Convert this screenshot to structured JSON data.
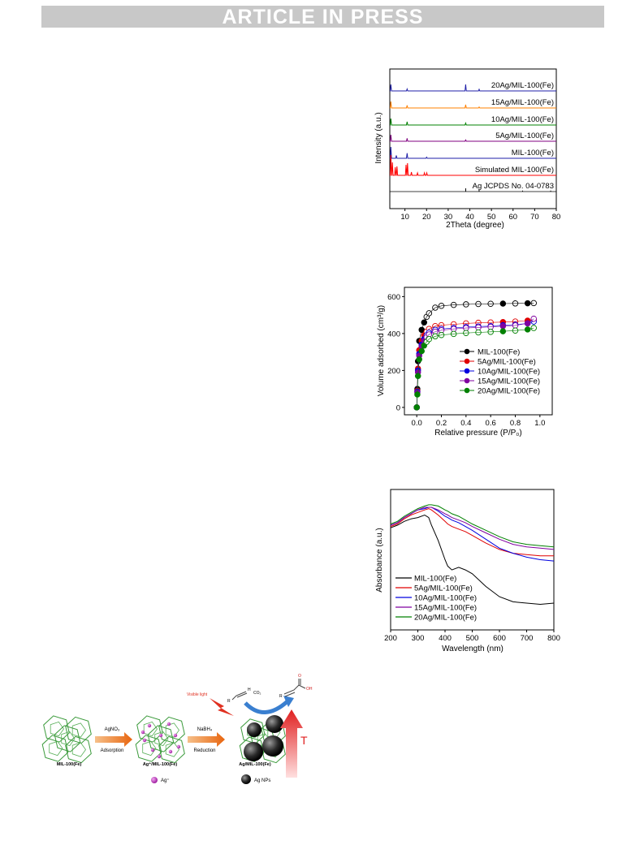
{
  "header": {
    "banner": "ARTICLE IN PRESS"
  },
  "figures": {
    "xrd": {
      "ylabel": "Intensity (a.u.)",
      "xlabel": "2Theta (degree)",
      "xticks": [
        "10",
        "20",
        "30",
        "40",
        "50",
        "60",
        "70",
        "80"
      ],
      "labels": [
        "20Ag/MIL-100(Fe)",
        "15Ag/MIL-100(Fe)",
        "10Ag/MIL-100(Fe)",
        "5Ag/MIL-100(Fe)",
        "MIL-100(Fe)",
        "Simulated MIL-100(Fe)",
        "Ag JCPDS No. 04-0783"
      ]
    },
    "bet": {
      "ylabel": "Volume adsorbed (cm³/g)",
      "xlabel": "Relative pressure (P/P₀)",
      "xticks": [
        "0.0",
        "0.2",
        "0.4",
        "0.6",
        "0.8",
        "1.0"
      ],
      "yticks": [
        "0",
        "200",
        "400",
        "600"
      ],
      "legend": [
        "MIL-100(Fe)",
        "5Ag/MIL-100(Fe)",
        "10Ag/MIL-100(Fe)",
        "15Ag/MIL-100(Fe)",
        "20Ag/MIL-100(Fe)"
      ]
    },
    "uv": {
      "ylabel": "Absorbance (a.u.)",
      "xlabel": "Wavelength (nm)",
      "xticks": [
        "200",
        "300",
        "400",
        "500",
        "600",
        "700",
        "800"
      ],
      "legend": [
        "MIL-100(Fe)",
        "5Ag/MIL-100(Fe)",
        "10Ag/MIL-100(Fe)",
        "15Ag/MIL-100(Fe)",
        "20Ag/MIL-100(Fe)"
      ]
    },
    "scheme": {
      "step1_top": "AgNO₃",
      "step1_bottom": "Adsorption",
      "step2_top": "NaBH₄",
      "step2_bottom": "Reduction",
      "label1": "MIL-100(Fe)",
      "label2": "Ag⁺/MIL-100(Fe)",
      "label3": "Ag/MIL-100(Fe)",
      "legend_ag_ion": "Ag⁺",
      "legend_ag_np": "Ag NPs",
      "visible_light": "Visible light",
      "co2": "CO₂",
      "temp": "T",
      "r1": "R",
      "h": "H",
      "r2": "R",
      "o": "O",
      "oh": "OH"
    }
  },
  "chart_data": [
    {
      "type": "line",
      "xlabel": "2Theta (degree)",
      "ylabel": "Intensity (a.u.)",
      "xlim": [
        3,
        80
      ],
      "series": [
        {
          "name": "20Ag/MIL-100(Fe)",
          "color": "#1f1fa8",
          "peaks": [
            [
              3.5,
              1.0
            ],
            [
              11,
              0.3
            ],
            [
              38.1,
              1.0
            ],
            [
              44.3,
              0.25
            ]
          ]
        },
        {
          "name": "15Ag/MIL-100(Fe)",
          "color": "#ff8000",
          "peaks": [
            [
              3.5,
              1.0
            ],
            [
              11,
              0.4
            ],
            [
              38.1,
              0.5
            ],
            [
              44.3,
              0.15
            ]
          ]
        },
        {
          "name": "10Ag/MIL-100(Fe)",
          "color": "#008000",
          "peaks": [
            [
              3.5,
              1.0
            ],
            [
              11,
              0.5
            ],
            [
              38.1,
              0.3
            ]
          ]
        },
        {
          "name": "5Ag/MIL-100(Fe)",
          "color": "#800080",
          "peaks": [
            [
              3.5,
              1.0
            ],
            [
              11,
              0.45
            ],
            [
              38.1,
              0.2
            ]
          ]
        },
        {
          "name": "MIL-100(Fe)",
          "color": "#1f1fa8",
          "peaks": [
            [
              3.5,
              2.0
            ],
            [
              6,
              0.5
            ],
            [
              11,
              0.9
            ],
            [
              20,
              0.2
            ]
          ]
        },
        {
          "name": "Simulated MIL-100(Fe)",
          "color": "#ff0000",
          "peaks": [
            [
              3.5,
              2.5
            ],
            [
              4.2,
              1.6
            ],
            [
              5.5,
              1.0
            ],
            [
              6.3,
              1.1
            ],
            [
              10.5,
              1.3
            ],
            [
              11.2,
              1.5
            ],
            [
              13,
              0.4
            ],
            [
              15.8,
              0.3
            ],
            [
              19,
              0.3
            ],
            [
              20.1,
              0.3
            ]
          ]
        },
        {
          "name": "Ag JCPDS No. 04-0783",
          "color": "#000000",
          "peaks": [
            [
              38.1,
              1.0
            ],
            [
              44.3,
              0.5
            ],
            [
              64.4,
              0.3
            ],
            [
              77.4,
              0.3
            ]
          ]
        }
      ]
    },
    {
      "type": "scatter",
      "xlabel": "Relative pressure (P/P0)",
      "ylabel": "Volume adsorbed (cm3/g)",
      "xlim": [
        -0.1,
        1.1
      ],
      "ylim": [
        -40,
        650
      ],
      "x": [
        0.0,
        0.005,
        0.01,
        0.02,
        0.04,
        0.06,
        0.08,
        0.1,
        0.15,
        0.2,
        0.3,
        0.4,
        0.5,
        0.6,
        0.7,
        0.8,
        0.9,
        0.95
      ],
      "series": [
        {
          "name": "MIL-100(Fe)",
          "color": "#000000",
          "values": [
            0,
            100,
            250,
            360,
            420,
            460,
            490,
            510,
            540,
            550,
            555,
            558,
            560,
            561,
            562,
            563,
            564,
            565
          ]
        },
        {
          "name": "5Ag/MIL-100(Fe)",
          "color": "#e00000",
          "values": [
            0,
            90,
            210,
            310,
            360,
            390,
            410,
            425,
            440,
            445,
            450,
            455,
            458,
            460,
            462,
            465,
            470,
            475
          ]
        },
        {
          "name": "10Ag/MIL-100(Fe)",
          "color": "#0000e0",
          "values": [
            0,
            85,
            200,
            290,
            340,
            370,
            390,
            405,
            420,
            425,
            430,
            435,
            438,
            440,
            445,
            448,
            455,
            465
          ]
        },
        {
          "name": "15Ag/MIL-100(Fe)",
          "color": "#8000a0",
          "values": [
            0,
            80,
            190,
            280,
            330,
            360,
            380,
            395,
            410,
            418,
            425,
            430,
            433,
            436,
            440,
            444,
            455,
            480
          ]
        },
        {
          "name": "20Ag/MIL-100(Fe)",
          "color": "#008000",
          "values": [
            0,
            70,
            170,
            260,
            305,
            335,
            355,
            370,
            385,
            392,
            398,
            403,
            406,
            409,
            412,
            416,
            422,
            430
          ]
        }
      ]
    },
    {
      "type": "line",
      "xlabel": "Wavelength (nm)",
      "ylabel": "Absorbance (a.u.)",
      "xlim": [
        200,
        800
      ],
      "x": [
        200,
        225,
        250,
        275,
        300,
        325,
        340,
        350,
        375,
        400,
        410,
        425,
        450,
        475,
        500,
        550,
        600,
        650,
        700,
        750,
        800
      ],
      "series": [
        {
          "name": "MIL-100(Fe)",
          "color": "#000000",
          "values": [
            0.8,
            0.82,
            0.85,
            0.87,
            0.88,
            0.9,
            0.88,
            0.82,
            0.7,
            0.55,
            0.5,
            0.47,
            0.49,
            0.47,
            0.44,
            0.34,
            0.26,
            0.22,
            0.21,
            0.2,
            0.21
          ]
        },
        {
          "name": "5Ag/MIL-100(Fe)",
          "color": "#e00000",
          "values": [
            0.81,
            0.83,
            0.87,
            0.9,
            0.92,
            0.94,
            0.95,
            0.94,
            0.9,
            0.85,
            0.83,
            0.81,
            0.79,
            0.77,
            0.74,
            0.68,
            0.63,
            0.6,
            0.59,
            0.58,
            0.58
          ]
        },
        {
          "name": "10Ag/MIL-100(Fe)",
          "color": "#0000e0",
          "values": [
            0.82,
            0.84,
            0.88,
            0.91,
            0.94,
            0.95,
            0.96,
            0.96,
            0.93,
            0.89,
            0.88,
            0.86,
            0.84,
            0.81,
            0.78,
            0.71,
            0.64,
            0.6,
            0.57,
            0.55,
            0.54
          ]
        },
        {
          "name": "15Ag/MIL-100(Fe)",
          "color": "#8000a0",
          "values": [
            0.82,
            0.84,
            0.88,
            0.91,
            0.94,
            0.96,
            0.96,
            0.96,
            0.94,
            0.91,
            0.9,
            0.88,
            0.86,
            0.84,
            0.81,
            0.76,
            0.71,
            0.67,
            0.65,
            0.64,
            0.63
          ]
        },
        {
          "name": "20Ag/MIL-100(Fe)",
          "color": "#008000",
          "values": [
            0.83,
            0.85,
            0.89,
            0.92,
            0.95,
            0.97,
            0.98,
            0.98,
            0.97,
            0.94,
            0.93,
            0.91,
            0.89,
            0.86,
            0.83,
            0.78,
            0.73,
            0.69,
            0.67,
            0.66,
            0.65
          ]
        }
      ]
    }
  ]
}
